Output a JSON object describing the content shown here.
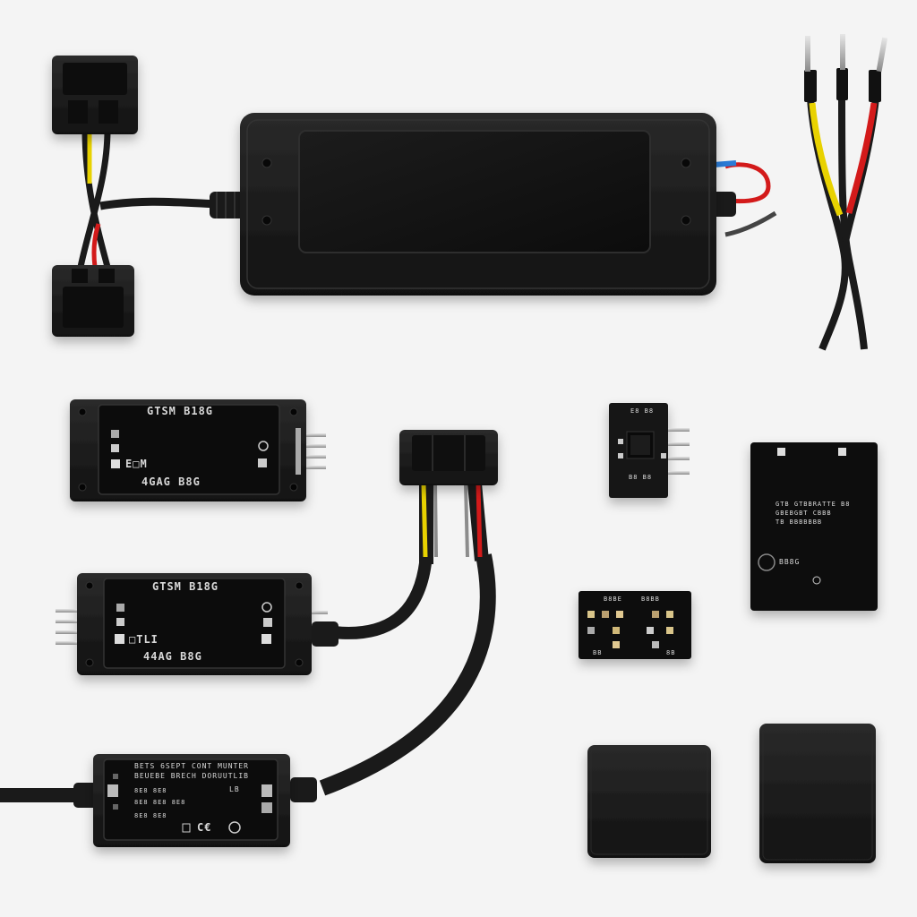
{
  "colors": {
    "background": "#f4f4f4",
    "housing": "#161616",
    "housing_edge": "#2b2b2b",
    "wire_black": "#1a1a1a",
    "wire_red": "#d31a1a",
    "wire_yellow": "#e8d200",
    "wire_blue": "#2b7bd6",
    "wire_gray": "#8c8c8c",
    "pin_metal": "#b8b8b8",
    "label_text": "#d8d8d8"
  },
  "labels": {
    "module_a_top": "GTSM B18G",
    "module_a_mid": "E□M",
    "module_a_bot": "4GAG B8G",
    "module_b_top": "GTSM B18G",
    "module_b_mid": "□TLI",
    "module_b_bot": "44AG B8G",
    "module_c_line1": "BETS 6SEPT CONT MUNTER",
    "module_c_line2": "BEUEBE BRECH DORUUTLIB",
    "module_c_line3": "8E8 8E8",
    "module_c_line4": "8E8 8E8 8E8",
    "module_c_line5": "8E8 8E8",
    "module_c_mark": "LB",
    "module_c_cert": "C€",
    "chip_small_top": "E8 B8",
    "chip_small_bot": "B8 B8",
    "board_small_left": "B8BE",
    "board_small_right": "B8BB",
    "board_small_bot_left": "BB",
    "board_small_bot_right": "8B",
    "board_large_line1": "GTB GTBBRATTE B8",
    "board_large_line2": "GBEBGBT CBBB",
    "board_large_line3": "TB BBBBBBB",
    "board_large_mid": "BB8G"
  }
}
